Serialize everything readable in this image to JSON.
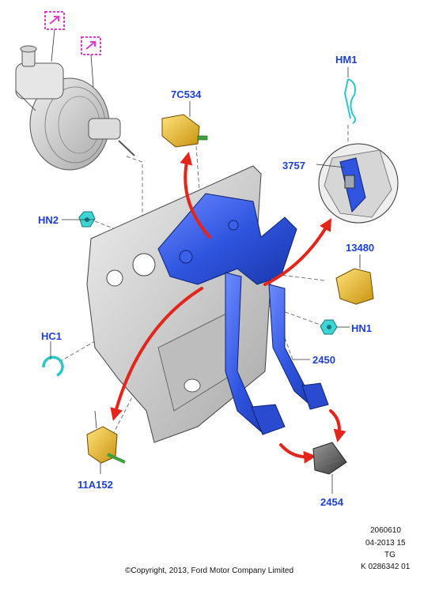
{
  "labels": {
    "hm1": "HM1",
    "c534": "7C534",
    "l3757": "3757",
    "hn2": "HN2",
    "l13480": "13480",
    "hn1": "HN1",
    "hc1": "HC1",
    "l2450": "2450",
    "a152": "11A152",
    "l2454": "2454"
  },
  "footer": {
    "ref1": "2060610",
    "ref2": "04-2013 15",
    "ref3": "TG",
    "ref4": "K 0286342 01",
    "copyright": "©Copyright, 2013, Ford Motor Company Limited"
  },
  "colors": {
    "label": "#1f3fd0",
    "pedal_box": "#2f55e0",
    "arrow": "#e3251b",
    "callout_magenta": "#e13bd0",
    "fastener_cyan": "#2fc4c8",
    "switch_yellow": "#e8b81f",
    "panel_gray": "#c9c9c9"
  },
  "icons": {
    "callout_top": "external-reference-icon",
    "callout_second": "external-reference-icon"
  }
}
